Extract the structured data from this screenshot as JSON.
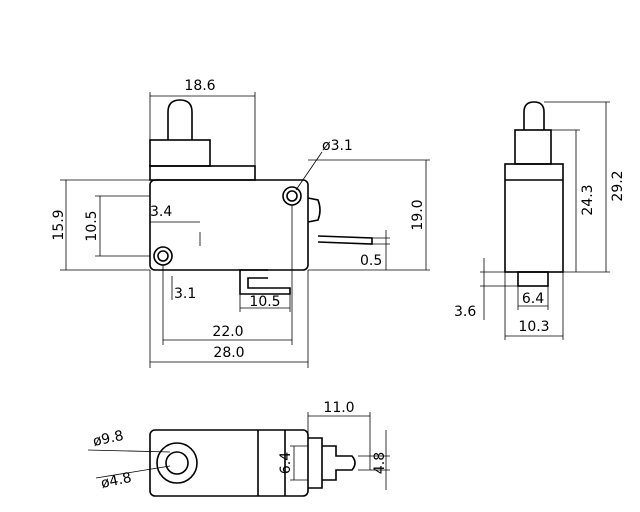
{
  "dimensions": {
    "front_width_top": "18.6",
    "hole_dia": "ø3.1",
    "height_left": "15.9",
    "offset_left": "10.5",
    "hole_offset": "3.4",
    "height_right": "19.0",
    "lever_offset": "0.5",
    "small_offset": "3.1",
    "terminal_spacing": "10.5",
    "mount_spacing": "22.0",
    "body_length": "28.0",
    "side_height_inner": "24.3",
    "side_height_total": "29.2",
    "side_bottom_offset": "3.6",
    "side_terminal_width": "6.4",
    "side_base_width": "10.3",
    "bottom_outer_dia": "ø9.8",
    "bottom_inner_dia": "ø4.8",
    "terminal_length": "11.0",
    "terminal_height": "6.4",
    "terminal_width": "4.8"
  }
}
